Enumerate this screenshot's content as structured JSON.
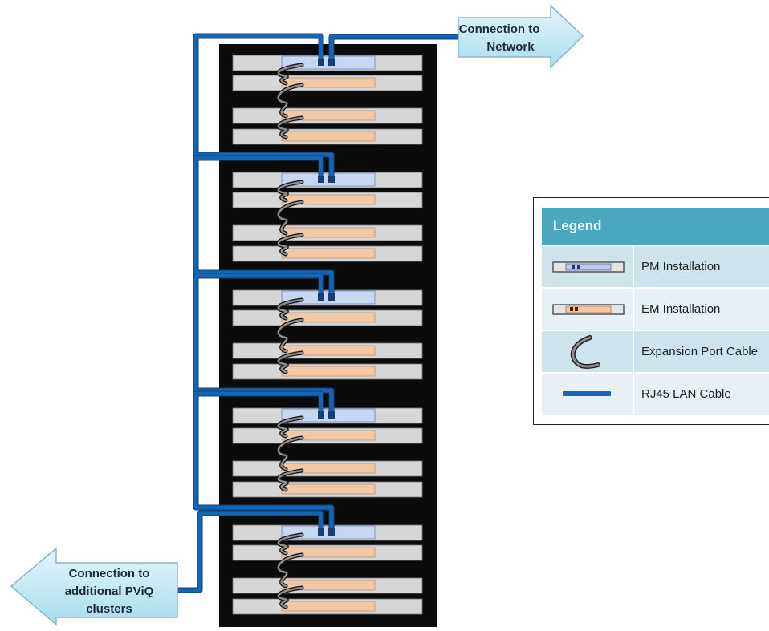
{
  "arrows": {
    "network": [
      "Connection to",
      "Network"
    ],
    "clusters": [
      "Connection to",
      "additional PViQ",
      "clusters"
    ]
  },
  "legend": {
    "title": "Legend",
    "items": [
      {
        "label": "PM Installation",
        "icon": "pm-module-icon"
      },
      {
        "label": "EM Installation",
        "icon": "em-module-icon"
      },
      {
        "label": "Expansion Port Cable",
        "icon": "expansion-cable-icon"
      },
      {
        "label": "RJ45 LAN Cable",
        "icon": "lan-cable-icon"
      }
    ]
  },
  "rack": {
    "groups": 5,
    "units_per_group": 4
  },
  "colors": {
    "rack": "#0b0b0b",
    "unit": "#d6d6d6",
    "pm": "#c9d6ef",
    "em": "#f2c7a4",
    "lan_cable": "#1565b5",
    "arrow_fill": "#c8ecf8",
    "legend_header": "#49a8bf"
  }
}
